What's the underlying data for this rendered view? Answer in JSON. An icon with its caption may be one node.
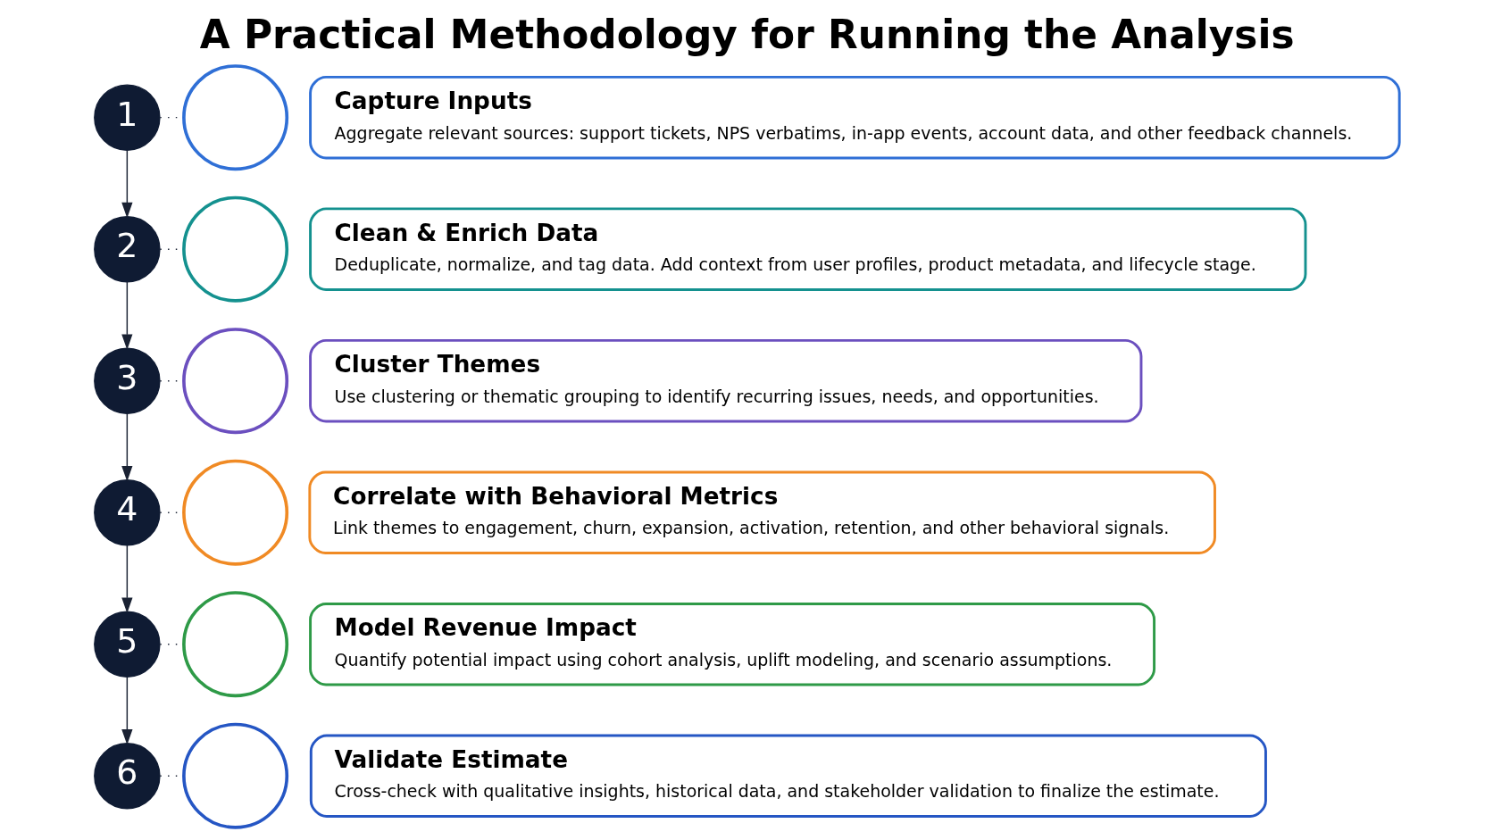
{
  "diagram": {
    "title": "A Practical Methodology for Running the Analysis",
    "nodes": [
      {
        "text": [
          "1"
        ]
      },
      {
        "text": [],
        "shape": "circle"
      },
      {
        "text": [
          "Capture Inputs",
          "Aggregate relevant sources: support tickets, NPS verbatims, in-app events, account data, and other feedback channels."
        ]
      },
      {
        "text": [
          "2"
        ]
      },
      {
        "text": [],
        "shape": "circle"
      },
      {
        "text": [
          "Clean & Enrich Data",
          "Deduplicate, normalize, and tag data. Add context from user profiles, product metadata, and lifecycle stage."
        ]
      },
      {
        "text": [
          "3"
        ]
      },
      {
        "text": [],
        "shape": "circle"
      },
      {
        "text": [
          "Cluster Themes",
          "Use clustering or thematic grouping to identify recurring issues, needs, and opportunities."
        ]
      },
      {
        "text": [
          "4"
        ]
      },
      {
        "text": [],
        "shape": "circle"
      },
      {
        "text": [
          "Correlate with Behavioral Metrics",
          "Link themes to engagement, churn, expansion, activation, retention, and other behavioral signals."
        ]
      },
      {
        "text": [
          "5"
        ]
      },
      {
        "text": [],
        "shape": "circle"
      },
      {
        "text": [
          "Model Revenue Impact",
          "Quantify potential impact using cohort analysis, uplift modeling, and scenario assumptions."
        ]
      },
      {
        "text": [
          "6"
        ]
      },
      {
        "text": [],
        "shape": "circle"
      },
      {
        "text": [
          "Validate Estimate",
          "Cross-check with qualitative insights, historical data, and stakeholder validation to finalize the estimate."
        ]
      }
    ],
    "edges": [
      {
        "from": 0,
        "to": 1,
        "arrow": "none",
        "style": "dashed"
      },
      {
        "from": 3,
        "to": 4,
        "arrow": "none",
        "style": "dashed"
      },
      {
        "from": 6,
        "to": 7,
        "arrow": "none",
        "style": "dashed"
      },
      {
        "from": 9,
        "to": 10,
        "arrow": "none",
        "style": "dashed"
      },
      {
        "from": 12,
        "to": 13,
        "arrow": "none",
        "style": "dashed"
      },
      {
        "from": 15,
        "to": 16,
        "arrow": "none",
        "style": "dashed"
      },
      {
        "from": 0,
        "to": 3,
        "arrow": "to"
      },
      {
        "from": 3,
        "to": 6,
        "arrow": "to"
      },
      {
        "from": 6,
        "to": 9,
        "arrow": "to"
      },
      {
        "from": 9,
        "to": 12,
        "arrow": "to"
      },
      {
        "from": 12,
        "to": 15,
        "arrow": "to"
      }
    ]
  }
}
